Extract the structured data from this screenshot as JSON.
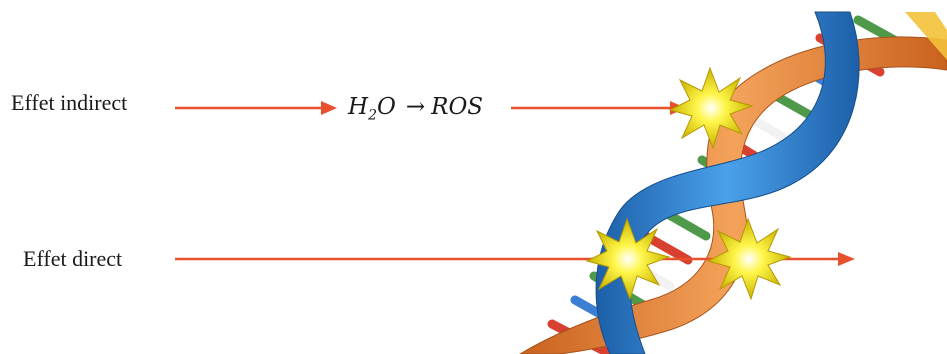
{
  "labels": {
    "indirect": "Effet indirect",
    "direct": "Effet direct"
  },
  "formula": {
    "reactant_base": "H",
    "reactant_sub": "2",
    "reactant_tail": "O",
    "arrow": "→",
    "product": "ROS"
  },
  "colors": {
    "arrow": "#e8502e",
    "strand_blue": "#2f7fd0",
    "strand_orange": "#e9853a",
    "burst_yellow": "#f6e51b",
    "base_green": "#4f9a4a",
    "base_red": "#d8412f",
    "base_blue": "#3b7fd3",
    "base_white": "#f2f2f2"
  },
  "icons": [
    "dna-helix-icon",
    "damage-burst-icon"
  ]
}
